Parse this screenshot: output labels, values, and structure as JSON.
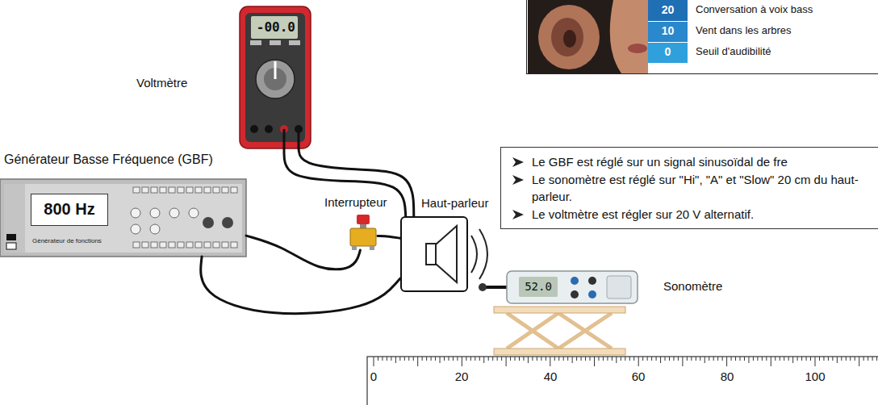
{
  "diagram": {
    "nodes": [
      {
        "text": [
          "20",
          "10",
          "0",
          "Conversation à voix bass",
          "Vent dans les arbres",
          "Seuil d'audibilité"
        ]
      },
      {
        "text": [
          "Voltmètre",
          "-00.0"
        ]
      },
      {
        "text": [
          "Générateur Basse Fréquence (GBF)",
          "800 Hz",
          "Générateur de fonctions"
        ]
      },
      {
        "text": [
          "Interrupteur"
        ]
      },
      {
        "text": [
          "Haut-parleur"
        ]
      },
      {
        "text": [
          "Le GBF est réglé sur un signal sinusoïdal de fre",
          "Le sonomètre est réglé sur \"Hi\", \"A\" et \"Slow\" 20 cm du haut-parleur.",
          "Le voltmètre est régler sur 20 V alternatif."
        ]
      },
      {
        "text": [
          "52.0",
          "Sonomètre"
        ]
      }
    ],
    "edges": [
      {
        "from": 2,
        "to": 3,
        "arrow": "none"
      },
      {
        "from": 3,
        "to": 4,
        "arrow": "none"
      },
      {
        "from": 2,
        "to": 4,
        "arrow": "none"
      },
      {
        "from": 1,
        "to": 4,
        "arrow": "none"
      },
      {
        "from": 1,
        "to": 4,
        "arrow": "none"
      }
    ],
    "labels": [
      "0",
      "20",
      "40",
      "60",
      "80",
      "100"
    ]
  }
}
